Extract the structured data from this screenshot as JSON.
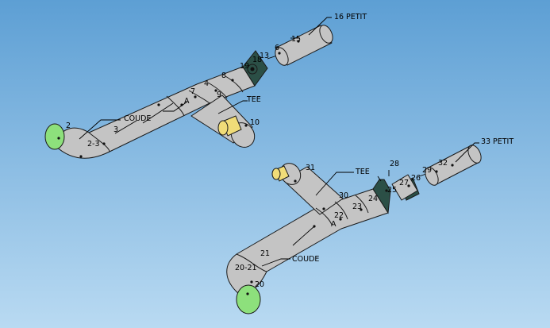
{
  "colors": {
    "background_top": "#5d9fd4",
    "background_bottom": "#b9daf2",
    "pipe_fill": "#c4c4c4",
    "pipe_edge": "#1a1a1a",
    "flange_green": "#8de07c",
    "reducer_dark": "#2b4f46",
    "fitting_yellow": "#f0dc78"
  },
  "icons": [
    "green-end-flange-icon",
    "dark-reducer-icon",
    "yellow-fitting-icon"
  ],
  "assembly_1": {
    "labels": [
      "16",
      "PETIT",
      "15",
      "6",
      "13",
      "18",
      "19",
      "8",
      "4",
      "7",
      "9",
      "A",
      "TEE",
      "10",
      "2",
      "COUDE",
      "3",
      "2-3"
    ]
  },
  "assembly_2": {
    "labels": [
      "33",
      "PETIT",
      "32",
      "29",
      "26",
      "27",
      "28",
      "25",
      "24",
      "23",
      "31",
      "TEE",
      "30",
      "22",
      "A",
      "21",
      "COUDE",
      "20-21",
      "20"
    ]
  }
}
